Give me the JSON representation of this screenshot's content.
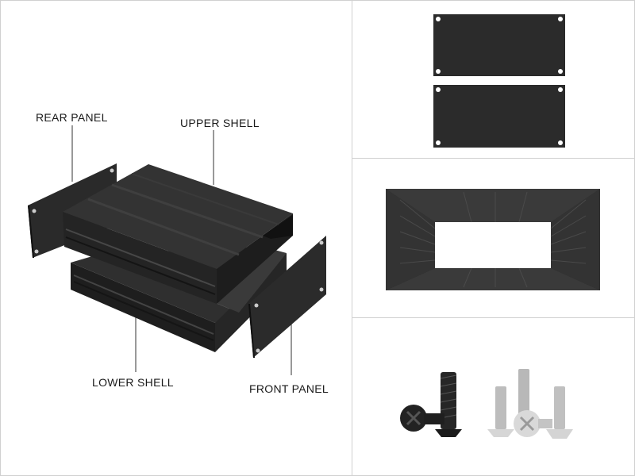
{
  "labels": {
    "rear_panel": "REAR PANEL",
    "upper_shell": "UPPER SHELL",
    "lower_shell": "LOWER SHELL",
    "front_panel": "FRONT PANEL"
  },
  "colors": {
    "aluminum_black": "#2b2b2b",
    "aluminum_dark": "#1c1c1c",
    "screw_black": "#222222",
    "screw_steel": "#c9c9c9",
    "border": "#d0d0d0"
  }
}
